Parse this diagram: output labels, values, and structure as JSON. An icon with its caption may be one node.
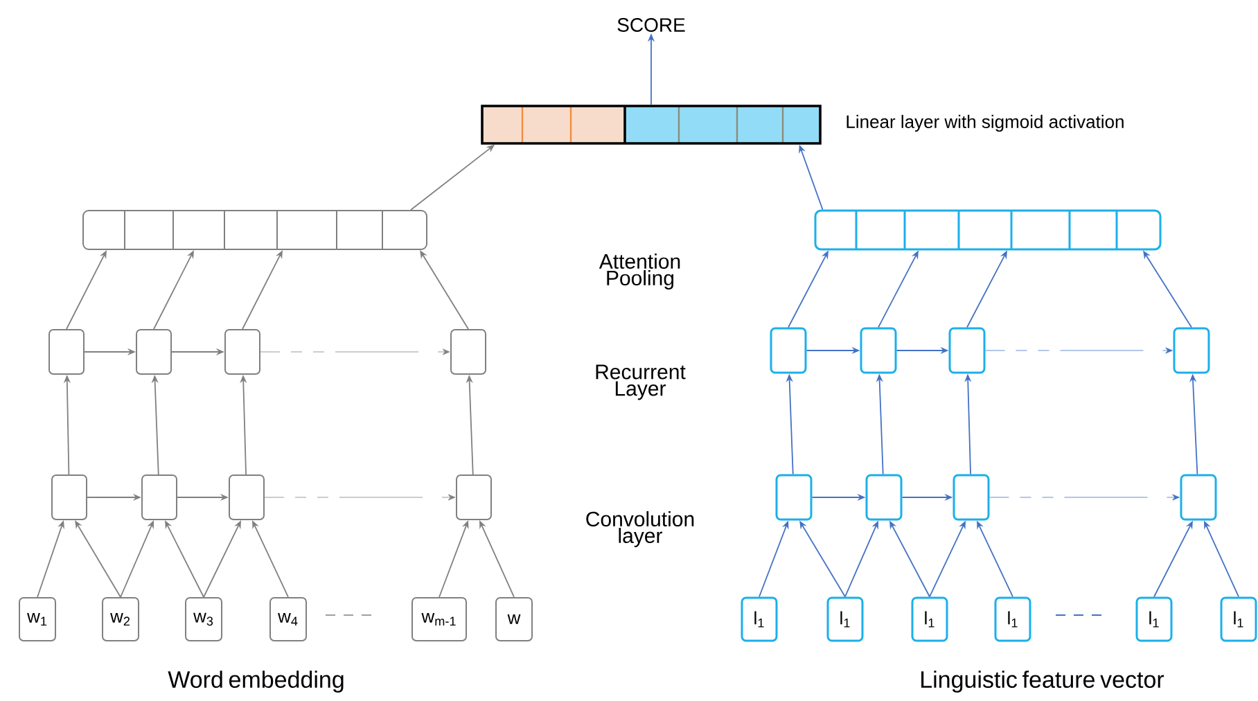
{
  "diagram": {
    "nodes": [
      {
        "text": [
          "SCORE"
        ]
      },
      {
        "text": [],
        "shape": "bar",
        "beside": [
          "Linear layer with sigmoid activation"
        ]
      },
      {
        "text": [],
        "shape": "bar"
      },
      {
        "text": [],
        "shape": "box"
      },
      {
        "text": [],
        "shape": "box"
      },
      {
        "text": [],
        "shape": "box"
      },
      {
        "text": [],
        "shape": "box"
      },
      {
        "text": [],
        "shape": "box"
      },
      {
        "text": [],
        "shape": "box"
      },
      {
        "text": [],
        "shape": "box"
      },
      {
        "text": [],
        "shape": "box"
      },
      {
        "text": [
          "w$_{1}$"
        ]
      },
      {
        "text": [
          "w$_{2}$"
        ]
      },
      {
        "text": [
          "w$_{3}$"
        ]
      },
      {
        "text": [
          "w$_{4}$"
        ]
      },
      {
        "text": [
          "w$_{m-1}$"
        ]
      },
      {
        "text": [
          "w"
        ]
      },
      {
        "text": [],
        "shape": "bar"
      },
      {
        "text": [],
        "shape": "box"
      },
      {
        "text": [],
        "shape": "box"
      },
      {
        "text": [],
        "shape": "box"
      },
      {
        "text": [],
        "shape": "box"
      },
      {
        "text": [],
        "shape": "box"
      },
      {
        "text": [],
        "shape": "box"
      },
      {
        "text": [],
        "shape": "box"
      },
      {
        "text": [],
        "shape": "box"
      },
      {
        "text": [
          "l$_{1}$"
        ]
      },
      {
        "text": [
          "l$_{1}$"
        ]
      },
      {
        "text": [
          "l$_{1}$"
        ]
      },
      {
        "text": [
          "l$_{1}$"
        ]
      },
      {
        "text": [
          "l$_{1}$"
        ]
      },
      {
        "text": [
          "l$_{1}$"
        ]
      }
    ],
    "edges": [
      {
        "from": 1,
        "to": 0,
        "arrow": "to"
      },
      {
        "from": 2,
        "to": 1,
        "arrow": "to",
        "color": "#808080"
      },
      {
        "from": 17,
        "to": 1,
        "arrow": "to"
      },
      {
        "from": 3,
        "to": 2,
        "arrow": "to",
        "color": "#808080"
      },
      {
        "from": 4,
        "to": 2,
        "arrow": "to",
        "color": "#808080"
      },
      {
        "from": 5,
        "to": 2,
        "arrow": "to",
        "color": "#808080"
      },
      {
        "from": 6,
        "to": 2,
        "arrow": "to",
        "color": "#808080"
      },
      {
        "from": 3,
        "to": 4,
        "arrow": "to",
        "color": "#808080"
      },
      {
        "from": 4,
        "to": 5,
        "arrow": "to",
        "color": "#808080"
      },
      {
        "from": 5,
        "to": 6,
        "arrow": "to",
        "style": "dashed",
        "color": "#808080"
      },
      {
        "from": 7,
        "to": 3,
        "arrow": "to",
        "color": "#808080"
      },
      {
        "from": 8,
        "to": 4,
        "arrow": "to",
        "color": "#808080"
      },
      {
        "from": 9,
        "to": 5,
        "arrow": "to",
        "color": "#808080"
      },
      {
        "from": 10,
        "to": 6,
        "arrow": "to",
        "color": "#808080"
      },
      {
        "from": 7,
        "to": 8,
        "arrow": "to",
        "color": "#808080"
      },
      {
        "from": 8,
        "to": 9,
        "arrow": "to",
        "color": "#808080"
      },
      {
        "from": 9,
        "to": 10,
        "arrow": "to",
        "style": "dashed",
        "color": "#808080"
      },
      {
        "from": 11,
        "to": 7,
        "arrow": "to",
        "color": "#808080"
      },
      {
        "from": 12,
        "to": 7,
        "arrow": "to",
        "color": "#808080"
      },
      {
        "from": 12,
        "to": 8,
        "arrow": "to",
        "color": "#808080"
      },
      {
        "from": 13,
        "to": 8,
        "arrow": "to",
        "color": "#808080"
      },
      {
        "from": 13,
        "to": 9,
        "arrow": "to",
        "color": "#808080"
      },
      {
        "from": 14,
        "to": 9,
        "arrow": "to",
        "color": "#808080"
      },
      {
        "from": 15,
        "to": 10,
        "arrow": "to",
        "color": "#808080"
      },
      {
        "from": 16,
        "to": 10,
        "arrow": "to",
        "color": "#808080"
      },
      {
        "from": 18,
        "to": 17,
        "arrow": "to"
      },
      {
        "from": 19,
        "to": 17,
        "arrow": "to"
      },
      {
        "from": 20,
        "to": 17,
        "arrow": "to"
      },
      {
        "from": 21,
        "to": 17,
        "arrow": "to"
      },
      {
        "from": 18,
        "to": 19,
        "arrow": "to"
      },
      {
        "from": 19,
        "to": 20,
        "arrow": "to"
      },
      {
        "from": 20,
        "to": 21,
        "arrow": "to",
        "style": "dashed"
      },
      {
        "from": 22,
        "to": 18,
        "arrow": "to"
      },
      {
        "from": 23,
        "to": 19,
        "arrow": "to"
      },
      {
        "from": 24,
        "to": 20,
        "arrow": "to"
      },
      {
        "from": 25,
        "to": 21,
        "arrow": "to"
      },
      {
        "from": 22,
        "to": 23,
        "arrow": "to"
      },
      {
        "from": 23,
        "to": 24,
        "arrow": "to"
      },
      {
        "from": 24,
        "to": 25,
        "arrow": "to",
        "style": "dashed"
      },
      {
        "from": 26,
        "to": 22,
        "arrow": "to"
      },
      {
        "from": 27,
        "to": 22,
        "arrow": "to"
      },
      {
        "from": 27,
        "to": 23,
        "arrow": "to"
      },
      {
        "from": 28,
        "to": 23,
        "arrow": "to"
      },
      {
        "from": 28,
        "to": 24,
        "arrow": "to"
      },
      {
        "from": 29,
        "to": 24,
        "arrow": "to"
      },
      {
        "from": 30,
        "to": 25,
        "arrow": "to"
      },
      {
        "from": 31,
        "to": 25,
        "arrow": "to"
      }
    ],
    "labels": [
      "Attention Pooling",
      "Recurrent Layer",
      "Convolution layer",
      "Word embedding",
      "Linguistic feature vector"
    ]
  }
}
